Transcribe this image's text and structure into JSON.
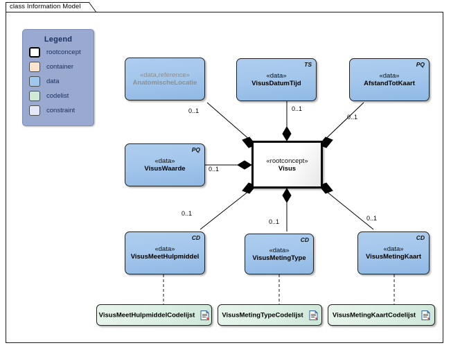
{
  "diagram": {
    "tab_label": "class Information Model",
    "type": "uml-class-diagram"
  },
  "legend": {
    "title": "Legend",
    "items": [
      {
        "label": "rootconcept",
        "color": "#ffffff",
        "kind": "rootconcept"
      },
      {
        "label": "container",
        "color": "#fae4d0",
        "kind": "container"
      },
      {
        "label": "data",
        "color": "#9fc8ef",
        "kind": "data"
      },
      {
        "label": "codelist",
        "color": "#cfe8d8",
        "kind": "codelist"
      },
      {
        "label": "constraint",
        "color": "#e4e7f7",
        "kind": "constraint"
      }
    ]
  },
  "nodes": [
    {
      "id": "anatomischelocatie",
      "stereotype": "«data,reference»",
      "name": "AnatomischeLocatie",
      "corner": "",
      "kind": "data",
      "dimmed": true
    },
    {
      "id": "visusdatumtijd",
      "stereotype": "«data»",
      "name": "VisusDatumTijd",
      "corner": "TS",
      "kind": "data",
      "dimmed": false
    },
    {
      "id": "afstandtotkaart",
      "stereotype": "«data»",
      "name": "AfstandTotKaart",
      "corner": "PQ",
      "kind": "data",
      "dimmed": false
    },
    {
      "id": "visuswaarde",
      "stereotype": "«data»",
      "name": "VisusWaarde",
      "corner": "PQ",
      "kind": "data",
      "dimmed": false
    },
    {
      "id": "visus",
      "stereotype": "«rootconcept»",
      "name": "Visus",
      "corner": "",
      "kind": "rootconcept",
      "dimmed": false
    },
    {
      "id": "visusmeethulpmiddel",
      "stereotype": "«data»",
      "name": "VisusMeetHulpmiddel",
      "corner": "CD",
      "kind": "data",
      "dimmed": false
    },
    {
      "id": "visusmetingtype",
      "stereotype": "«data»",
      "name": "VisusMetingType",
      "corner": "CD",
      "kind": "data",
      "dimmed": false
    },
    {
      "id": "visusmetingkaart",
      "stereotype": "«data»",
      "name": "VisusMetingKaart",
      "corner": "CD",
      "kind": "data",
      "dimmed": false
    }
  ],
  "codelists": [
    {
      "id": "visusmeethulpmiddelcodelijst",
      "name": "VisusMeetHulpmiddelCodelijst",
      "icon": "document-icon"
    },
    {
      "id": "visusmetingtypecodelijst",
      "name": "VisusMetingTypeCodelijst",
      "icon": "document-icon"
    },
    {
      "id": "visusmetingkaartcodelijst",
      "name": "VisusMetingKaartCodelijst",
      "icon": "document-icon"
    }
  ],
  "associations": [
    {
      "from": "visus",
      "to": "anatomischelocatie",
      "multiplicity": "0..1",
      "aggregation": "composite"
    },
    {
      "from": "visus",
      "to": "visusdatumtijd",
      "multiplicity": "0..1",
      "aggregation": "composite"
    },
    {
      "from": "visus",
      "to": "afstandtotkaart",
      "multiplicity": "0..1",
      "aggregation": "composite"
    },
    {
      "from": "visus",
      "to": "visuswaarde",
      "multiplicity": "0..1",
      "aggregation": "composite"
    },
    {
      "from": "visus",
      "to": "visusmeethulpmiddel",
      "multiplicity": "0..1",
      "aggregation": "composite"
    },
    {
      "from": "visus",
      "to": "visusmetingtype",
      "multiplicity": "0..1",
      "aggregation": "composite"
    },
    {
      "from": "visus",
      "to": "visusmetingkaart",
      "multiplicity": "0..1",
      "aggregation": "composite"
    }
  ],
  "dependencies": [
    {
      "from": "visusmeethulpmiddel",
      "to": "visusmeethulpmiddelcodelijst",
      "style": "dashed"
    },
    {
      "from": "visusmetingtype",
      "to": "visusmetingtypecodelijst",
      "style": "dashed"
    },
    {
      "from": "visusmetingkaart",
      "to": "visusmetingkaartcodelijst",
      "style": "dashed"
    }
  ],
  "multiplicity_labels": [
    {
      "text": "0..1"
    },
    {
      "text": "0..1"
    },
    {
      "text": "0..1"
    },
    {
      "text": "0..1"
    },
    {
      "text": "0..1"
    },
    {
      "text": "0..1"
    },
    {
      "text": "0..1"
    }
  ]
}
